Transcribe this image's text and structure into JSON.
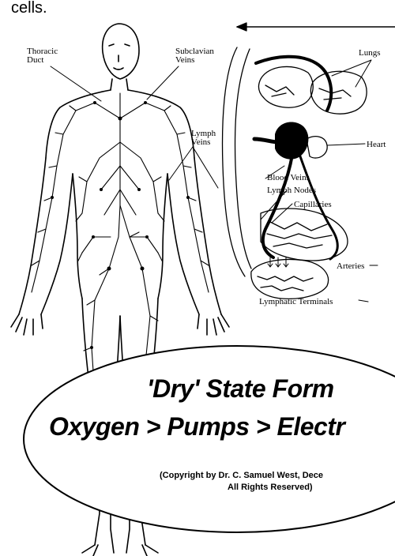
{
  "header_fragment": "cells.",
  "labels": {
    "thoracic_duct_1": "Thoracic",
    "thoracic_duct_2": "Duct",
    "subclavian_1": "Subclavian",
    "subclavian_2": "Veins",
    "lymph_veins_1": "Lymph",
    "lymph_veins_2": "Veins",
    "lungs": "Lungs",
    "heart": "Heart",
    "blood_veins": "Blood Veins",
    "lymph_nodes": "Lymph Nodes",
    "capillaries": "Capillaries",
    "arteries": "Arteries",
    "lymphatic_terminals": "Lymphatic Terminals"
  },
  "banner": {
    "line1": "'Dry' State Form",
    "line2": "Oxygen > Pumps > Electr",
    "copyright_1": "(Copyright by Dr. C. Samuel West, Dece",
    "copyright_2": "All Rights Reserved)"
  },
  "colors": {
    "ink": "#000000",
    "paper": "#ffffff"
  }
}
